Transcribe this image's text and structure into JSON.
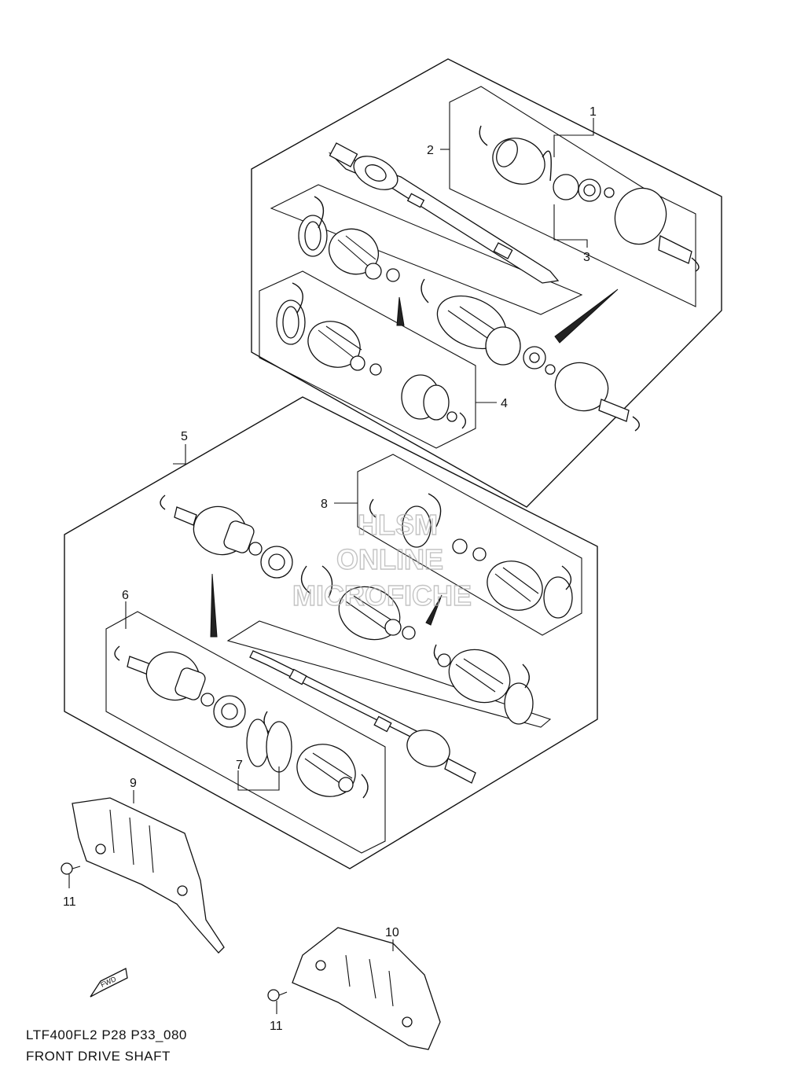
{
  "callouts": [
    {
      "label": "1"
    },
    {
      "label": "2"
    },
    {
      "label": "3"
    },
    {
      "label": "4"
    },
    {
      "label": "5"
    },
    {
      "label": "6"
    },
    {
      "label": "7"
    },
    {
      "label": "8"
    },
    {
      "label": "9"
    },
    {
      "label": "10"
    },
    {
      "label": "11"
    },
    {
      "label": "11"
    }
  ],
  "watermark": [
    "HLSM",
    "ONLINE",
    "MICROFICHE"
  ],
  "fwd_label": "FWD",
  "caption": {
    "code": "LTF400FL2 P28 P33_080",
    "title": "FRONT DRIVE SHAFT"
  }
}
